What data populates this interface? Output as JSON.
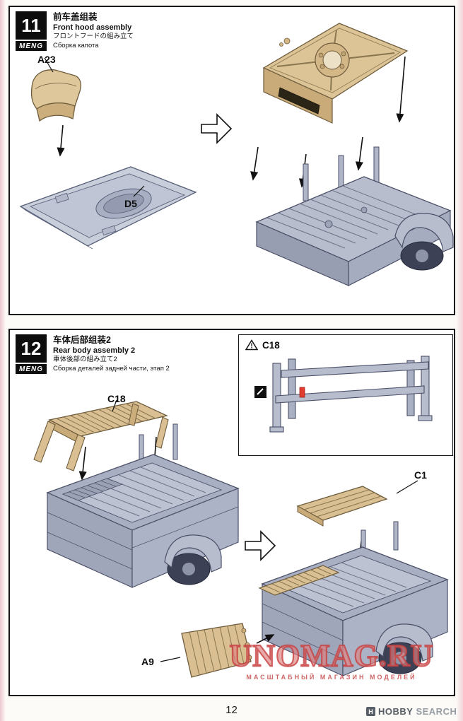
{
  "step11": {
    "number": "11",
    "brand": "MENG",
    "title_zh": "前车盖组装",
    "title_en": "Front hood assembly",
    "title_ja": "フロントフードの組み立て",
    "title_ru": "Сборка капота",
    "labels": {
      "a23": "A23",
      "d5": "D5"
    }
  },
  "step12": {
    "number": "12",
    "brand": "MENG",
    "title_zh": "车体后部组装2",
    "title_en": "Rear body assembly 2",
    "title_ja": "車体後部の組み立て2",
    "title_ru": "Сборка деталей задней части, этап 2",
    "inset": {
      "label": "C18"
    },
    "labels": {
      "c18": "C18",
      "c1": "C1",
      "a9": "A9"
    }
  },
  "watermark": {
    "title": "UNOMAG.RU",
    "subtitle": "МАСШТАБНЫЙ МАГАЗИН МОДЕЛЕЙ"
  },
  "footer": {
    "page_number": "12",
    "brand_primary": "HOBBY",
    "brand_secondary": "SEARCH"
  },
  "colors": {
    "part_tan": "#d9c08f",
    "part_gray": "#b7bdcd",
    "outline_gray": "#4b5068",
    "outline_tan": "#6e5c3c",
    "highlight_red": "#e23b30",
    "watermark_red": "#c64040"
  }
}
